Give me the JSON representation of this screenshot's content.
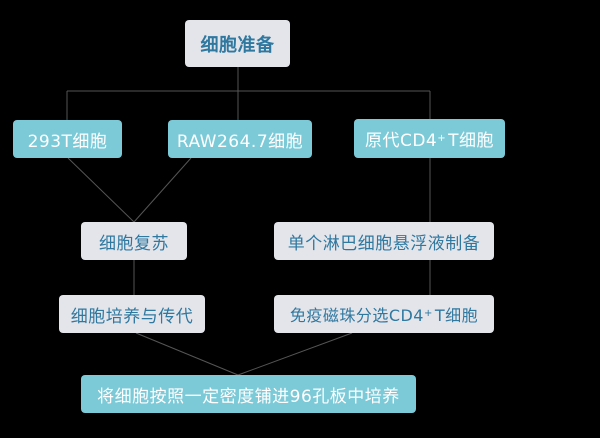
{
  "colors": {
    "background": "#000000",
    "light_box": "#e4e5ea",
    "light_text": "#2f78a0",
    "teal_box": "#7ccad8",
    "teal_text": "#ffffff",
    "connector": "#555555"
  },
  "nodes": {
    "root": "细胞准备",
    "cell_293t": "293T细胞",
    "cell_raw": "RAW264.7细胞",
    "cell_cd4_prefix": "原代CD4",
    "cell_cd4_sup": "+",
    "cell_cd4_suffix": "T细胞",
    "revival": "细胞复苏",
    "lymph_suspension": "单个淋巴细胞悬浮液制备",
    "culture_passage": "细胞培养与传代",
    "beads_prefix": "免疫磁珠分选CD4",
    "beads_sup": "+",
    "beads_suffix": "T细胞",
    "plate": "将细胞按照一定密度铺进96孔板中培养"
  }
}
